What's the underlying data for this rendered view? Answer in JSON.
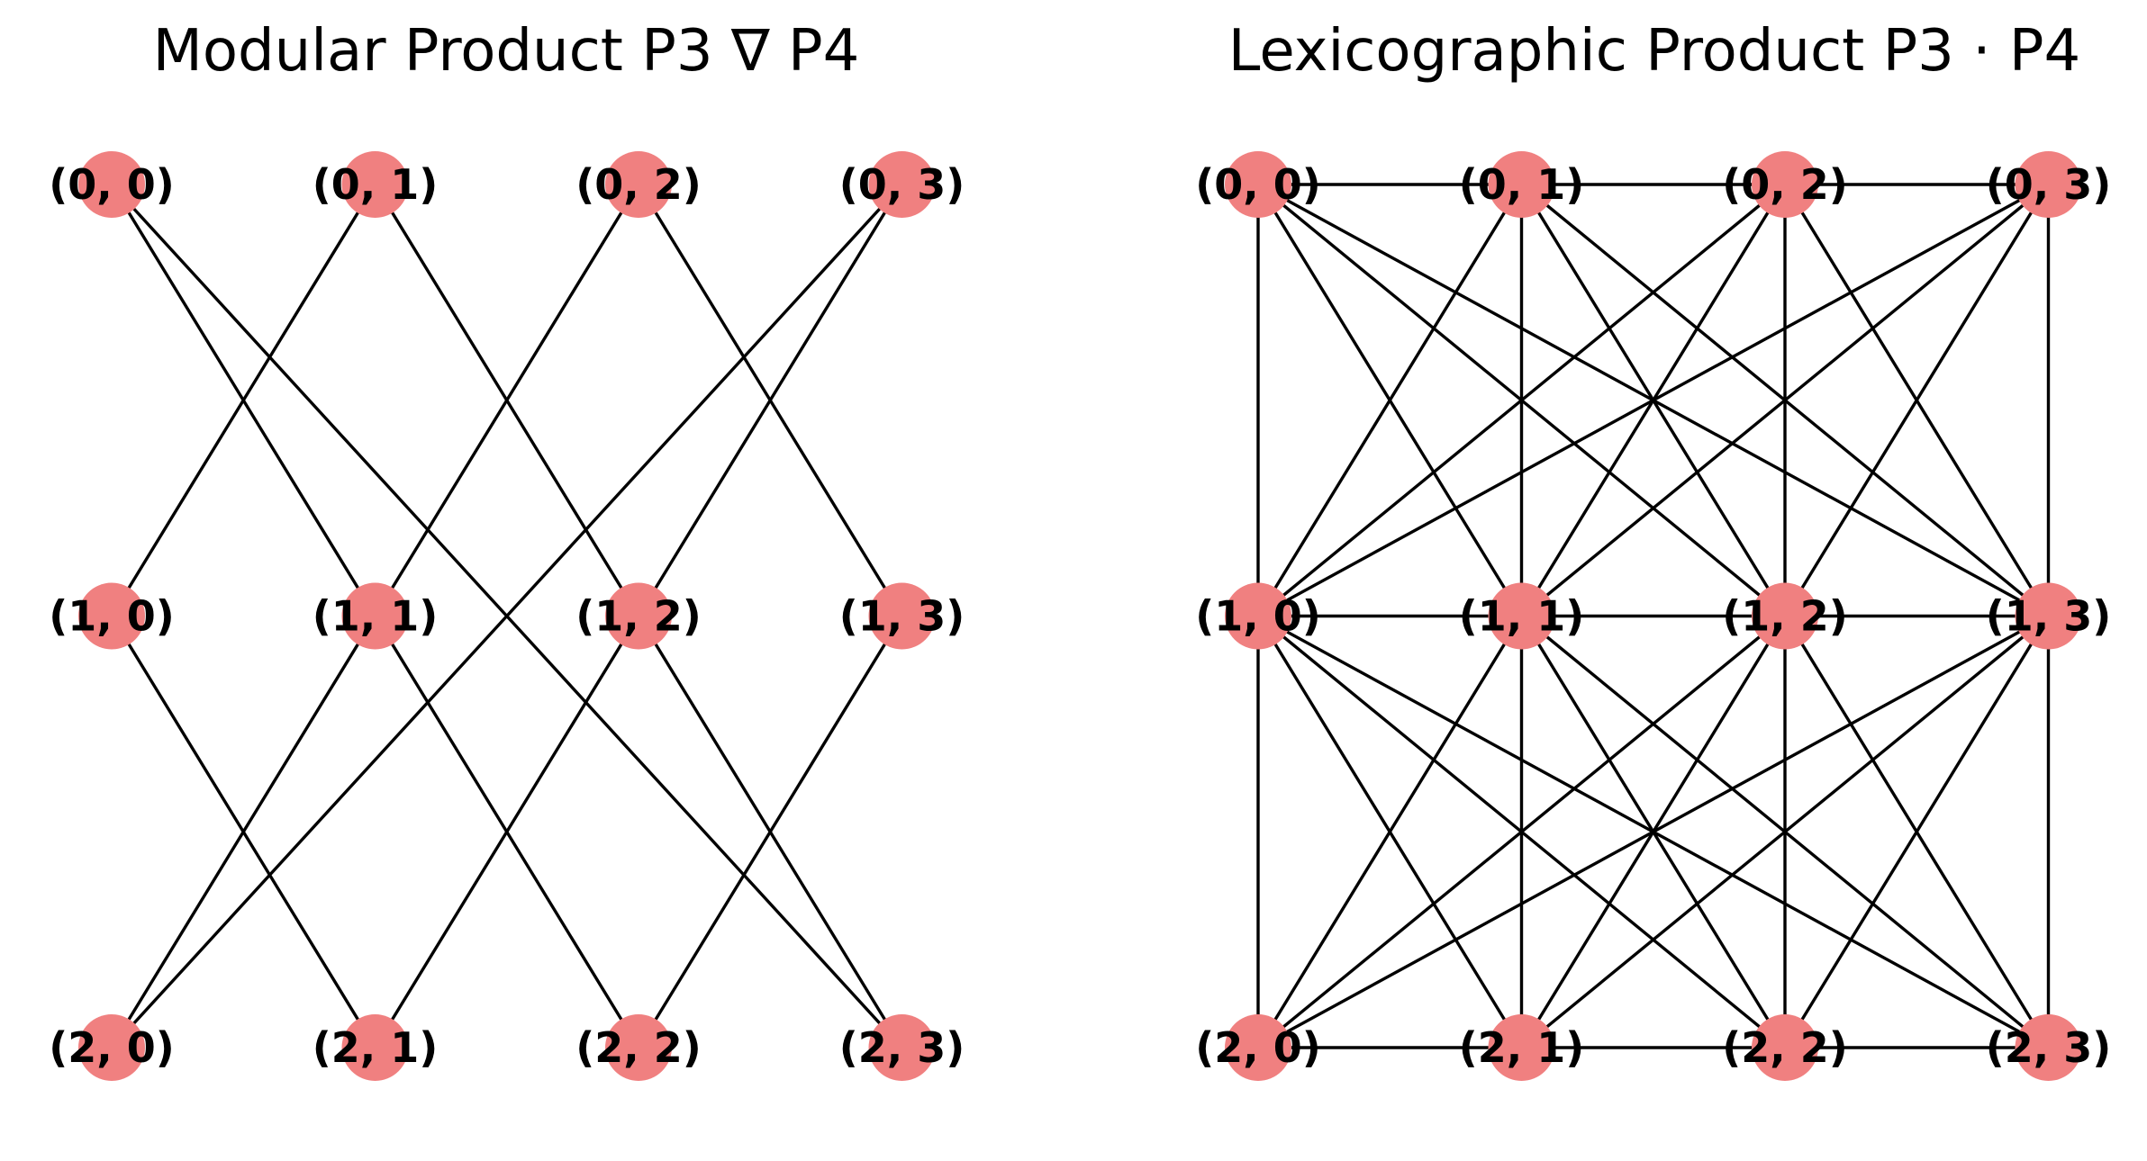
{
  "node_color": "#f08080",
  "edge_color": "#000000",
  "panels": [
    {
      "id": "modular",
      "title": "Modular Product P3 ∇ P4",
      "rows": 3,
      "cols": 4,
      "edges": [
        [
          "0,0",
          "1,1"
        ],
        [
          "0,0",
          "2,3"
        ],
        [
          "0,1",
          "1,0"
        ],
        [
          "0,1",
          "1,2"
        ],
        [
          "0,2",
          "1,1"
        ],
        [
          "0,2",
          "1,3"
        ],
        [
          "0,3",
          "1,2"
        ],
        [
          "0,3",
          "2,0"
        ],
        [
          "1,0",
          "2,1"
        ],
        [
          "1,1",
          "2,0"
        ],
        [
          "1,1",
          "2,2"
        ],
        [
          "1,2",
          "2,1"
        ],
        [
          "1,2",
          "2,3"
        ],
        [
          "1,3",
          "2,2"
        ]
      ]
    },
    {
      "id": "lexicographic",
      "title": "Lexicographic Product P3 · P4",
      "rows": 3,
      "cols": 4,
      "edges": [
        [
          "0,0",
          "0,1"
        ],
        [
          "0,1",
          "0,2"
        ],
        [
          "0,2",
          "0,3"
        ],
        [
          "1,0",
          "1,1"
        ],
        [
          "1,1",
          "1,2"
        ],
        [
          "1,2",
          "1,3"
        ],
        [
          "2,0",
          "2,1"
        ],
        [
          "2,1",
          "2,2"
        ],
        [
          "2,2",
          "2,3"
        ],
        [
          "0,0",
          "1,0"
        ],
        [
          "0,0",
          "1,1"
        ],
        [
          "0,0",
          "1,2"
        ],
        [
          "0,0",
          "1,3"
        ],
        [
          "0,1",
          "1,0"
        ],
        [
          "0,1",
          "1,1"
        ],
        [
          "0,1",
          "1,2"
        ],
        [
          "0,1",
          "1,3"
        ],
        [
          "0,2",
          "1,0"
        ],
        [
          "0,2",
          "1,1"
        ],
        [
          "0,2",
          "1,2"
        ],
        [
          "0,2",
          "1,3"
        ],
        [
          "0,3",
          "1,0"
        ],
        [
          "0,3",
          "1,1"
        ],
        [
          "0,3",
          "1,2"
        ],
        [
          "0,3",
          "1,3"
        ],
        [
          "1,0",
          "2,0"
        ],
        [
          "1,0",
          "2,1"
        ],
        [
          "1,0",
          "2,2"
        ],
        [
          "1,0",
          "2,3"
        ],
        [
          "1,1",
          "2,0"
        ],
        [
          "1,1",
          "2,1"
        ],
        [
          "1,1",
          "2,2"
        ],
        [
          "1,1",
          "2,3"
        ],
        [
          "1,2",
          "2,0"
        ],
        [
          "1,2",
          "2,1"
        ],
        [
          "1,2",
          "2,2"
        ],
        [
          "1,2",
          "2,3"
        ],
        [
          "1,3",
          "2,0"
        ],
        [
          "1,3",
          "2,1"
        ],
        [
          "1,3",
          "2,2"
        ],
        [
          "1,3",
          "2,3"
        ]
      ]
    }
  ]
}
